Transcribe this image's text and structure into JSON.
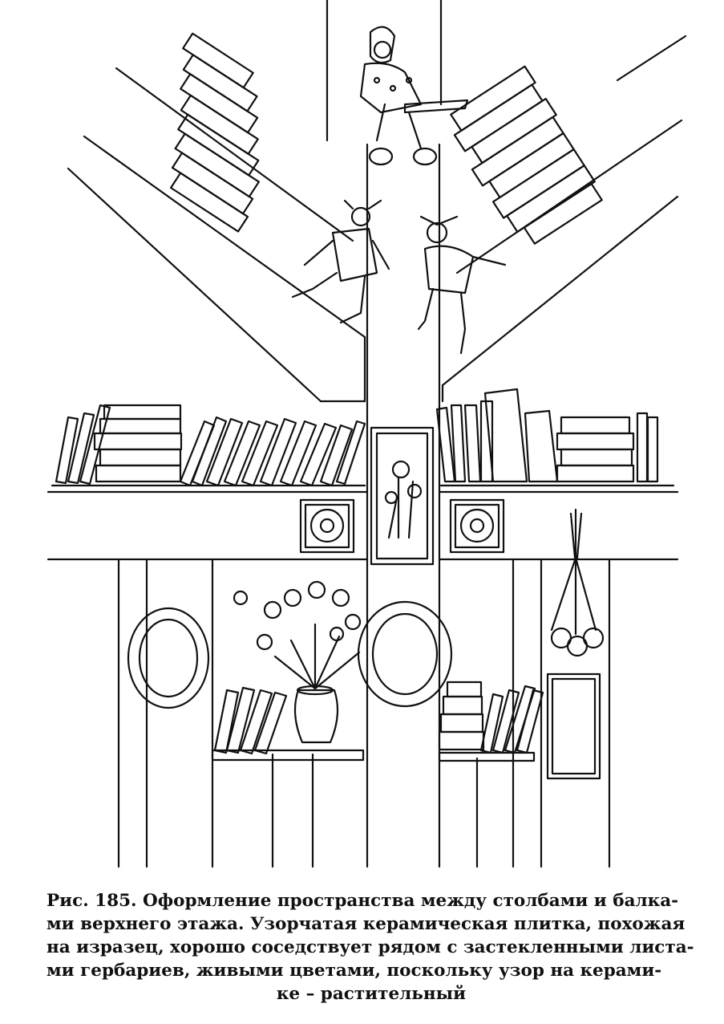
{
  "caption": {
    "lines": [
      "Рис. 185. Оформление пространства между столбами и балка-",
      "ми верхнего этажа. Узорчатая керамическая плитка, похожая",
      "на изразец, хорошо соседствует рядом с застекленными листа-",
      "ми гербариев, живыми цветами, поскольку узор на  керами-",
      "ке  – растительный"
    ]
  },
  "colors": {
    "ink": "#111111",
    "paper": "#ffffff"
  }
}
